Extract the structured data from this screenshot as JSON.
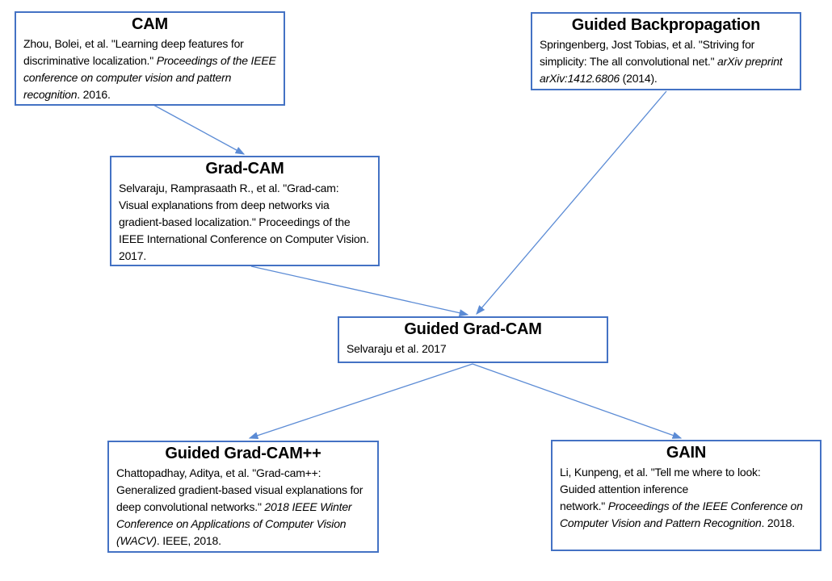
{
  "diagram": {
    "colors": {
      "box_border": "#4472C4",
      "arrow": "#5B8BD5",
      "text": "#000000",
      "background": "#ffffff"
    },
    "nodes": [
      {
        "id": "cam",
        "title": "CAM",
        "citation": [
          {
            "text": "Zhou, Bolei, et al. \"Learning deep features for discriminative localization.\" ",
            "italic": false
          },
          {
            "text": "Proceedings of the IEEE conference on computer vision and pattern recognition",
            "italic": true
          },
          {
            "text": ". 2016.",
            "italic": false
          }
        ]
      },
      {
        "id": "guided-backprop",
        "title": "Guided Backpropagation",
        "citation": [
          {
            "text": "Springenberg, Jost Tobias, et al. \"Striving for simplicity: The all convolutional net.\" ",
            "italic": false
          },
          {
            "text": "arXiv preprint arXiv:1412.6806",
            "italic": true
          },
          {
            "text": " (2014).",
            "italic": false
          }
        ]
      },
      {
        "id": "grad-cam",
        "title": "Grad-CAM",
        "citation": [
          {
            "text": "Selvaraju, Ramprasaath R., et al. \"Grad-cam: Visual explanations from deep networks via gradient-based localization.\" Proceedings of the IEEE International Conference on Computer Vision. 2017.",
            "italic": false
          }
        ]
      },
      {
        "id": "guided-grad-cam",
        "title": "Guided Grad-CAM",
        "citation": [
          {
            "text": "Selvaraju et al. 2017",
            "italic": false
          }
        ]
      },
      {
        "id": "guided-grad-campp",
        "title": "Guided Grad-CAM++",
        "citation": [
          {
            "text": "Chattopadhay, Aditya, et al. \"Grad-cam++: Generalized gradient-based visual explanations for deep convolutional networks.\" ",
            "italic": false
          },
          {
            "text": "2018 IEEE Winter Conference on Applications of Computer Vision (WACV)",
            "italic": true
          },
          {
            "text": ". IEEE, 2018.",
            "italic": false
          }
        ]
      },
      {
        "id": "gain",
        "title": "GAIN",
        "citation": [
          {
            "text": "Li, Kunpeng, et al. \"Tell me where to look:\nGuided attention inference\nnetwork.\" ",
            "italic": false
          },
          {
            "text": "Proceedings of the IEEE Conference on Computer Vision and Pattern Recognition",
            "italic": true
          },
          {
            "text": ". 2018.",
            "italic": false
          }
        ]
      }
    ],
    "edges": [
      {
        "from": "CAM",
        "to": "Grad-CAM"
      },
      {
        "from": "Grad-CAM",
        "to": "Guided Grad-CAM"
      },
      {
        "from": "Guided Backpropagation",
        "to": "Guided Grad-CAM"
      },
      {
        "from": "Guided Grad-CAM",
        "to": "Guided Grad-CAM++"
      },
      {
        "from": "Guided Grad-CAM",
        "to": "GAIN"
      }
    ]
  }
}
